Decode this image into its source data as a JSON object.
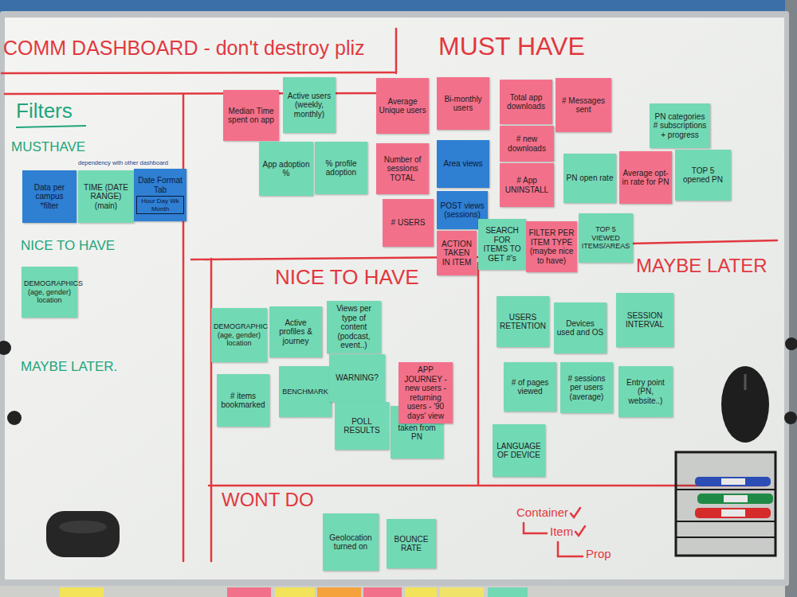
{
  "diagram": {
    "title": "COMM DASHBOARD - don't destroy pliz",
    "nodes": [
      {
        "text": [
          "Filters"
        ]
      },
      {
        "text": [
          "Data per campus",
          "*filter"
        ],
        "in": 0
      },
      {
        "text": [
          "TIME (DATE RANGE)",
          "(main)"
        ],
        "in": 0
      },
      {
        "text": [
          "Date Format Tab",
          "Hour Day Wk Month"
        ],
        "in": 0
      },
      {
        "text": [
          "DEMOGRAPHICS (age, gender) location"
        ],
        "in": 0
      },
      {
        "text": [
          "MUST HAVE"
        ]
      },
      {
        "text": [
          "Median Time spent on app"
        ],
        "in": 5
      },
      {
        "text": [
          "Active users (weekly, monthly)"
        ],
        "in": 5
      },
      {
        "text": [
          "Average Unique users"
        ],
        "in": 5
      },
      {
        "text": [
          "Bi-monthly users"
        ],
        "in": 5
      },
      {
        "text": [
          "Total app downloads"
        ],
        "in": 5
      },
      {
        "text": [
          "# Messages sent"
        ],
        "in": 5
      },
      {
        "text": [
          "PN categories # subscriptions + progress"
        ],
        "in": 5
      },
      {
        "text": [
          "App adoption %"
        ],
        "in": 5
      },
      {
        "text": [
          "% profile adoption"
        ],
        "in": 5
      },
      {
        "text": [
          "Number of sessions TOTAL"
        ],
        "in": 5
      },
      {
        "text": [
          "Area views"
        ],
        "in": 5
      },
      {
        "text": [
          "# new downloads"
        ],
        "in": 5
      },
      {
        "text": [
          "# App UNINSTALL"
        ],
        "in": 5
      },
      {
        "text": [
          "PN open rate"
        ],
        "in": 5
      },
      {
        "text": [
          "Average opt-in rate for PN"
        ],
        "in": 5
      },
      {
        "text": [
          "TOP 5 opened PN"
        ],
        "in": 5
      },
      {
        "text": [
          "# USERS"
        ],
        "in": 5
      },
      {
        "text": [
          "POST views (sessions)"
        ],
        "in": 5
      },
      {
        "text": [
          "ACTION TAKEN IN ITEM"
        ],
        "in": 5
      },
      {
        "text": [
          "SEARCH FOR ITEMS TO GET #'s"
        ],
        "in": 5
      },
      {
        "text": [
          "FILTER PER ITEM TYPE (maybe nice to have)"
        ],
        "in": 5
      },
      {
        "text": [
          "TOP 5 VIEWED ITEMS/AREAS"
        ],
        "in": 5
      },
      {
        "text": [
          "NICE TO HAVE"
        ]
      },
      {
        "text": [
          "DEMOGRAPHIC (age, gender) location"
        ],
        "in": 28
      },
      {
        "text": [
          "Active profiles & journey"
        ],
        "in": 28
      },
      {
        "text": [
          "Views per type of content (podcast, event..)"
        ],
        "in": 28
      },
      {
        "text": [
          "# items bookmarked"
        ],
        "in": 28
      },
      {
        "text": [
          "BENCHMARK"
        ],
        "in": 28
      },
      {
        "text": [
          "WARNING?"
        ],
        "in": 28
      },
      {
        "text": [
          "POLL RESULTS"
        ],
        "in": 28
      },
      {
        "text": [
          "taken from PN"
        ],
        "in": 28
      },
      {
        "text": [
          "APP JOURNEY - new users - returning users - '90 days' view"
        ],
        "in": 28
      },
      {
        "text": [
          "MAYBE LATER"
        ]
      },
      {
        "text": [
          "USERS RETENTION"
        ],
        "in": 38
      },
      {
        "text": [
          "Devices used and OS"
        ],
        "in": 38
      },
      {
        "text": [
          "SESSION INTERVAL"
        ],
        "in": 38
      },
      {
        "text": [
          "# of pages viewed"
        ],
        "in": 38
      },
      {
        "text": [
          "# sessions per users (average)"
        ],
        "in": 38
      },
      {
        "text": [
          "Entry point (PN, website..)"
        ],
        "in": 38
      },
      {
        "text": [
          "LANGUAGE OF DEVICE"
        ],
        "in": 38
      },
      {
        "text": [
          "WONT DO"
        ]
      },
      {
        "text": [
          "Geolocation turned on"
        ],
        "in": 46
      },
      {
        "text": [
          "BOUNCE RATE"
        ],
        "in": 46
      }
    ],
    "labels": [
      "MUSTHAVE",
      "dependency with other dashboard",
      "NICE TO HAVE",
      "MAYBE LATER.",
      "Container",
      "Item",
      "Prop"
    ]
  }
}
